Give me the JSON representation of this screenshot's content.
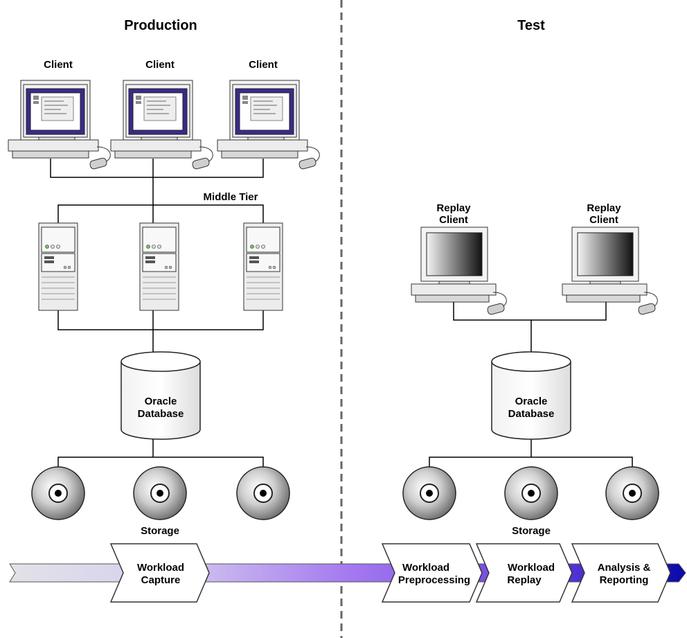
{
  "production": {
    "title": "Production",
    "client_label": "Client",
    "middle_tier_label": "Middle Tier",
    "database_line1": "Oracle",
    "database_line2": "Database",
    "storage_label": "Storage"
  },
  "test": {
    "title": "Test",
    "replay_client_line1": "Replay",
    "replay_client_line2": "Client",
    "database_line1": "Oracle",
    "database_line2": "Database",
    "storage_label": "Storage"
  },
  "workflow": {
    "capture": [
      "Workload",
      "Capture"
    ],
    "preprocessing": [
      "Workload",
      "Preprocessing"
    ],
    "replay": [
      "Workload",
      "Replay"
    ],
    "reporting": [
      "Analysis &",
      "Reporting"
    ]
  },
  "colors": {
    "flow_start": "#dcdce4",
    "flow_mid": "#a87cf0",
    "flow_end": "#1010b0",
    "monitor_frame": "#3a2a8a"
  }
}
